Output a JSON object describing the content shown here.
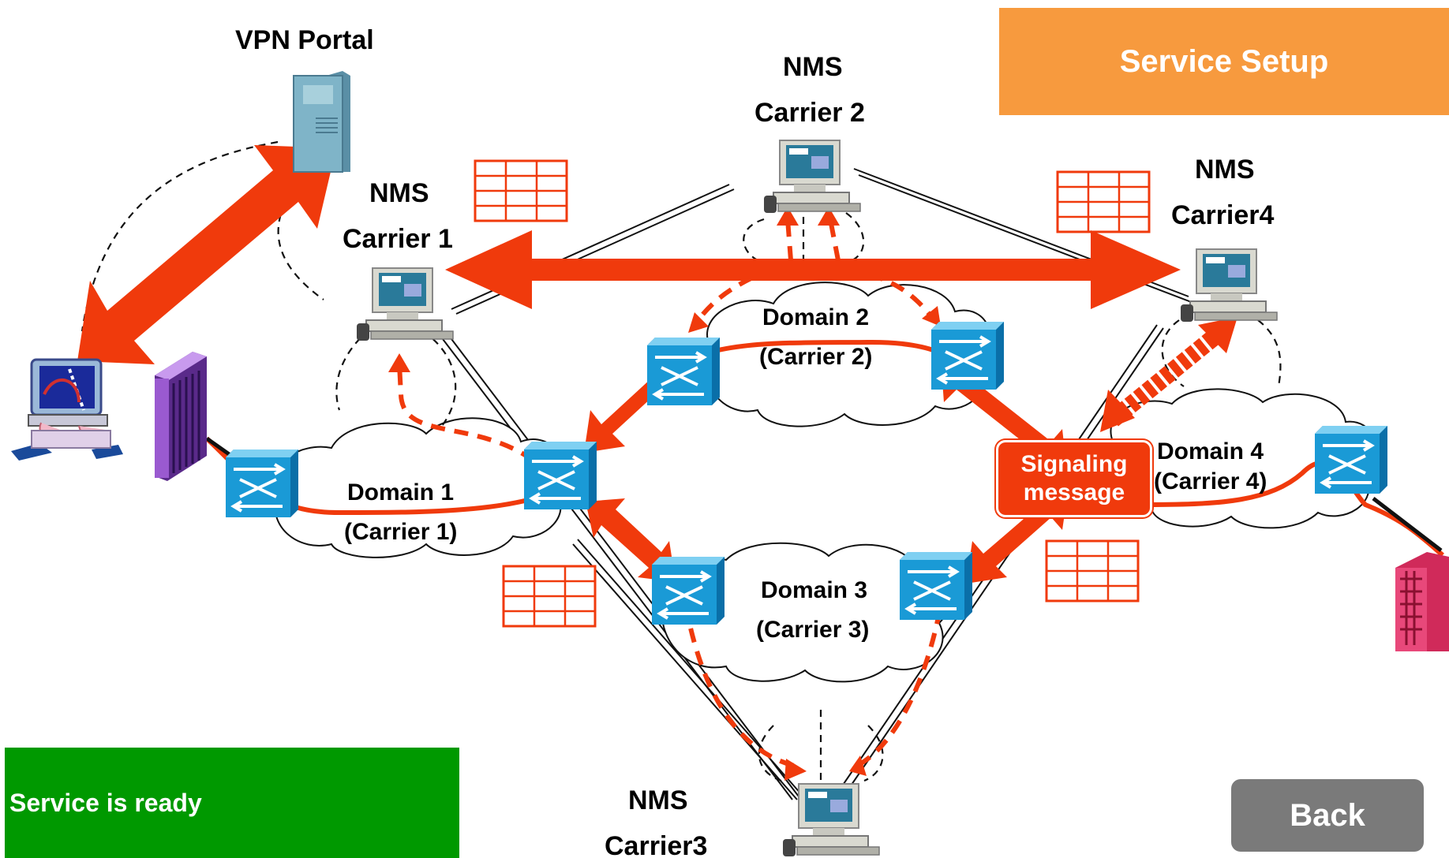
{
  "vpn_portal": "VPN Portal",
  "service_setup": "Service Setup",
  "service_ready": "Service is ready",
  "back_button": "Back",
  "signaling": {
    "line1": "Signaling",
    "line2": "message"
  },
  "nms": {
    "carrier1": {
      "line1": "NMS",
      "line2": "Carrier 1"
    },
    "carrier2": {
      "line1": "NMS",
      "line2": "Carrier 2"
    },
    "carrier3": {
      "line1": "NMS",
      "line2": "Carrier3"
    },
    "carrier4": {
      "line1": "NMS",
      "line2": "Carrier4"
    }
  },
  "domains": {
    "d1": {
      "name": "Domain 1",
      "carrier": "(Carrier 1)"
    },
    "d2": {
      "name": "Domain 2",
      "carrier": "(Carrier 2)"
    },
    "d3": {
      "name": "Domain 3",
      "carrier": "(Carrier 3)"
    },
    "d4": {
      "name": "Domain 4",
      "carrier": "(Carrier 4)"
    }
  },
  "colors": {
    "arrow": "#f03a0c",
    "setup_badge": "#f79a3e",
    "ready_badge": "#009900",
    "back_button": "#7a7a7a",
    "switch": "#1a8fc8"
  },
  "icons": [
    "server-icon",
    "workstation-icon",
    "user-computer-icon",
    "firewall-icon",
    "building-icon",
    "switch-icon",
    "table-icon",
    "cloud-icon"
  ]
}
